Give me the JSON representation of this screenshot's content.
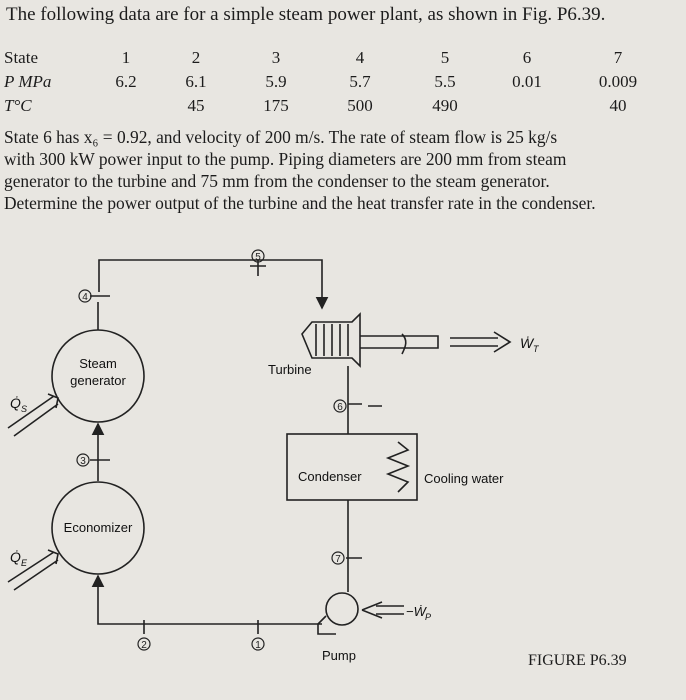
{
  "problem": {
    "title": "The following data are for a simple steam power plant, as shown in Fig. P6.39.",
    "table": {
      "rows": [
        {
          "label": "State",
          "values": [
            "1",
            "2",
            "3",
            "4",
            "5",
            "6",
            "7"
          ]
        },
        {
          "label": "P MPa",
          "values": [
            "6.2",
            "6.1",
            "5.9",
            "5.7",
            "5.5",
            "0.01",
            "0.009"
          ]
        },
        {
          "label": "T°C",
          "values": [
            "",
            "45",
            "175",
            "500",
            "490",
            "",
            "40"
          ]
        }
      ]
    },
    "paragraph_lines": [
      "State 6 has x₆ = 0.92, and velocity of 200 m/s. The rate of steam flow is 25 kg/s",
      "with 300 kW power input to the pump. Piping diameters are 200 mm from steam",
      "generator to the turbine and 75 mm from the condenser to the steam generator.",
      "Determine the power output of the turbine and the heat transfer rate in the condenser."
    ]
  },
  "figure": {
    "labels": {
      "steam_generator_l1": "Steam",
      "steam_generator_l2": "generator",
      "economizer": "Economizer",
      "turbine": "Turbine",
      "condenser": "Condenser",
      "cooling_water": "Cooling water",
      "pump": "Pump",
      "turbine_work": "Ẇ",
      "turbine_work_sub": "T",
      "pump_work": "−Ẇ",
      "pump_work_sub": "P",
      "q_s": "Q̇",
      "q_s_sub": "S",
      "q_e": "Q̇",
      "q_e_sub": "E"
    },
    "state_markers": [
      "1",
      "2",
      "3",
      "4",
      "5",
      "6",
      "7"
    ],
    "caption": "FIGURE P6.39"
  }
}
